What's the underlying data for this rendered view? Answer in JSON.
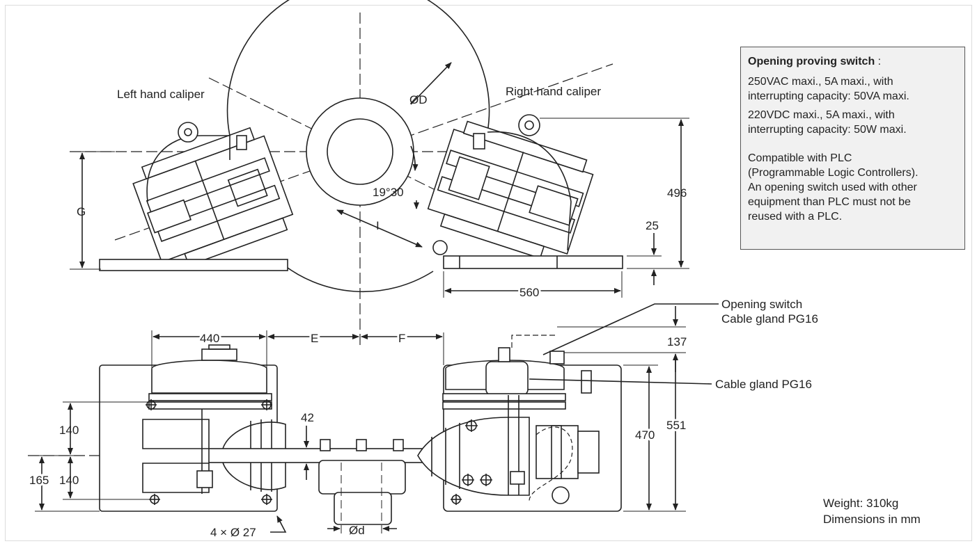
{
  "labels": {
    "left_caliper": "Left hand caliper",
    "right_caliper": "Right hand caliper",
    "disc_diameter": "ØD",
    "angle": "19°30",
    "dim_i": "I",
    "dim_g": "G",
    "dim_496": "496",
    "dim_25": "25",
    "dim_560": "560",
    "dim_440": "440",
    "dim_e": "E",
    "dim_f": "F",
    "dim_137": "137",
    "dim_470": "470",
    "dim_551": "551",
    "dim_42": "42",
    "dim_140_top": "140",
    "dim_140_bottom": "140",
    "dim_165": "165",
    "holes": "4 × Ø 27",
    "shaft_diameter": "Ød",
    "opening_switch_gland_l1": "Opening switch",
    "opening_switch_gland_l2": "Cable gland PG16",
    "cable_gland": "Cable gland PG16"
  },
  "info_box": {
    "title": "Opening proving switch",
    "title_suffix": " :",
    "ac_line1": "250VAC maxi., 5A maxi., with",
    "ac_line2": "interrupting capacity: 50VA maxi.",
    "dc_line1": "220VDC maxi., 5A maxi., with",
    "dc_line2": "interrupting capacity:  50W maxi.",
    "plc_line1": "Compatible with PLC",
    "plc_line2": "(Programmable Logic Controllers).",
    "plc_line3": "An opening switch used with other",
    "plc_line4": "equipment than PLC must not be",
    "plc_line5": "reused with a PLC."
  },
  "notes": {
    "weight": "Weight: 310kg",
    "units": "Dimensions in mm"
  }
}
